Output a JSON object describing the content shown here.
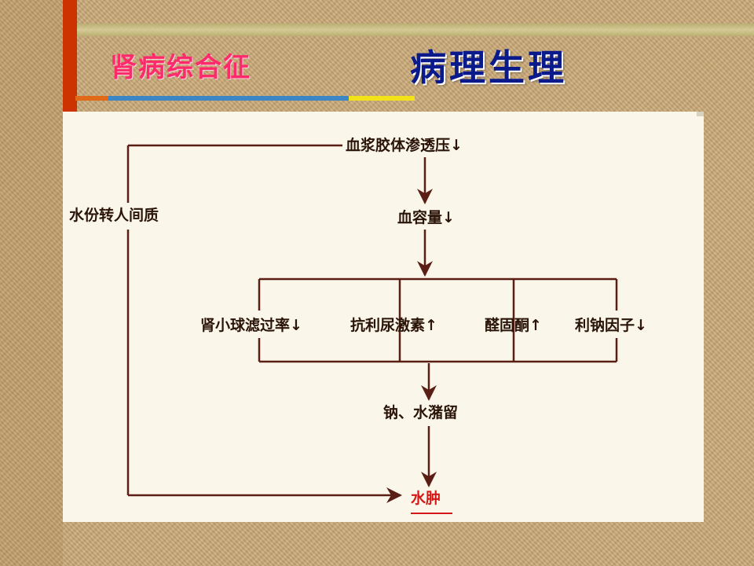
{
  "header": {
    "title_left": "肾病综合征",
    "title_right": "病理生理"
  },
  "diagram": {
    "nodes": {
      "plasma_oncotic": "血浆胶体渗透压↓",
      "blood_volume": "血容量↓",
      "gfr": "肾小球滤过率↓",
      "adh": "抗利尿激素↑",
      "aldosterone": "醛固酮↑",
      "natriuretic": "利钠因子↓",
      "retention": "钠、水潴留",
      "edema": "水肿",
      "interstitial": "水份转人间质"
    }
  },
  "colors": {
    "line": "#5a1e14",
    "edema": "#d41818",
    "title_left": "#ff2a6a",
    "title_right": "#0a1a8a",
    "red_bar": "#cc3300"
  }
}
